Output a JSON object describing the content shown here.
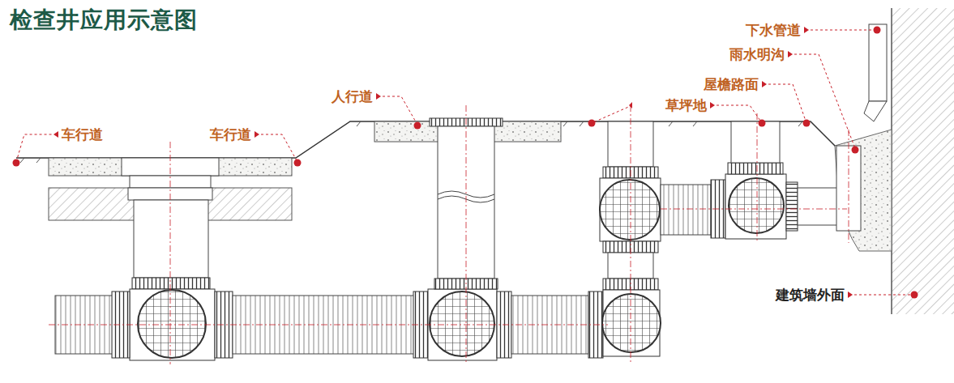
{
  "diagram": {
    "title": "检查井应用示意图",
    "labels": [
      "车行道",
      "车行道",
      "人行道",
      "草坪地",
      "屋檐路面",
      "雨水明沟",
      "下水管道",
      "建筑墙外面"
    ]
  }
}
